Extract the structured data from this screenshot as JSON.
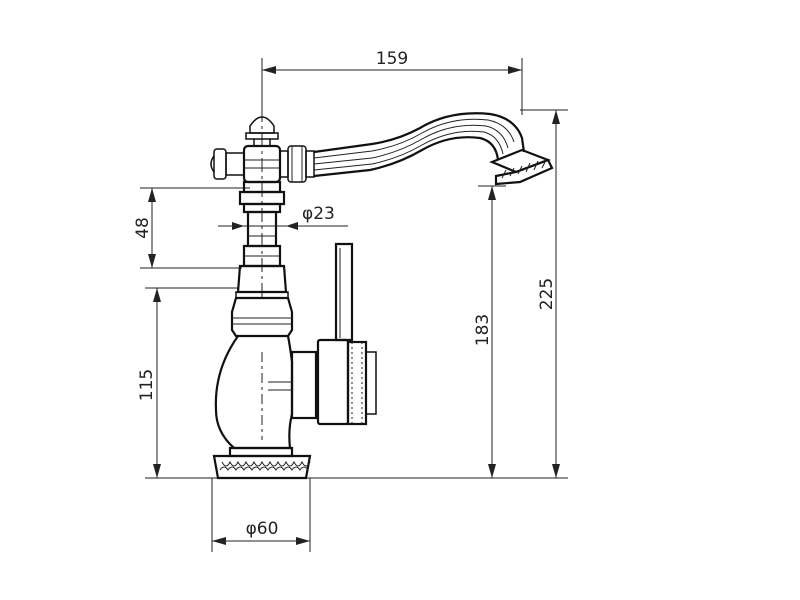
{
  "dimensions": {
    "spout_reach": "159",
    "total_height": "225",
    "spout_height": "183",
    "body_height": "115",
    "cartridge_height": "48",
    "cartridge_diameter": "φ23",
    "base_diameter": "φ60"
  }
}
